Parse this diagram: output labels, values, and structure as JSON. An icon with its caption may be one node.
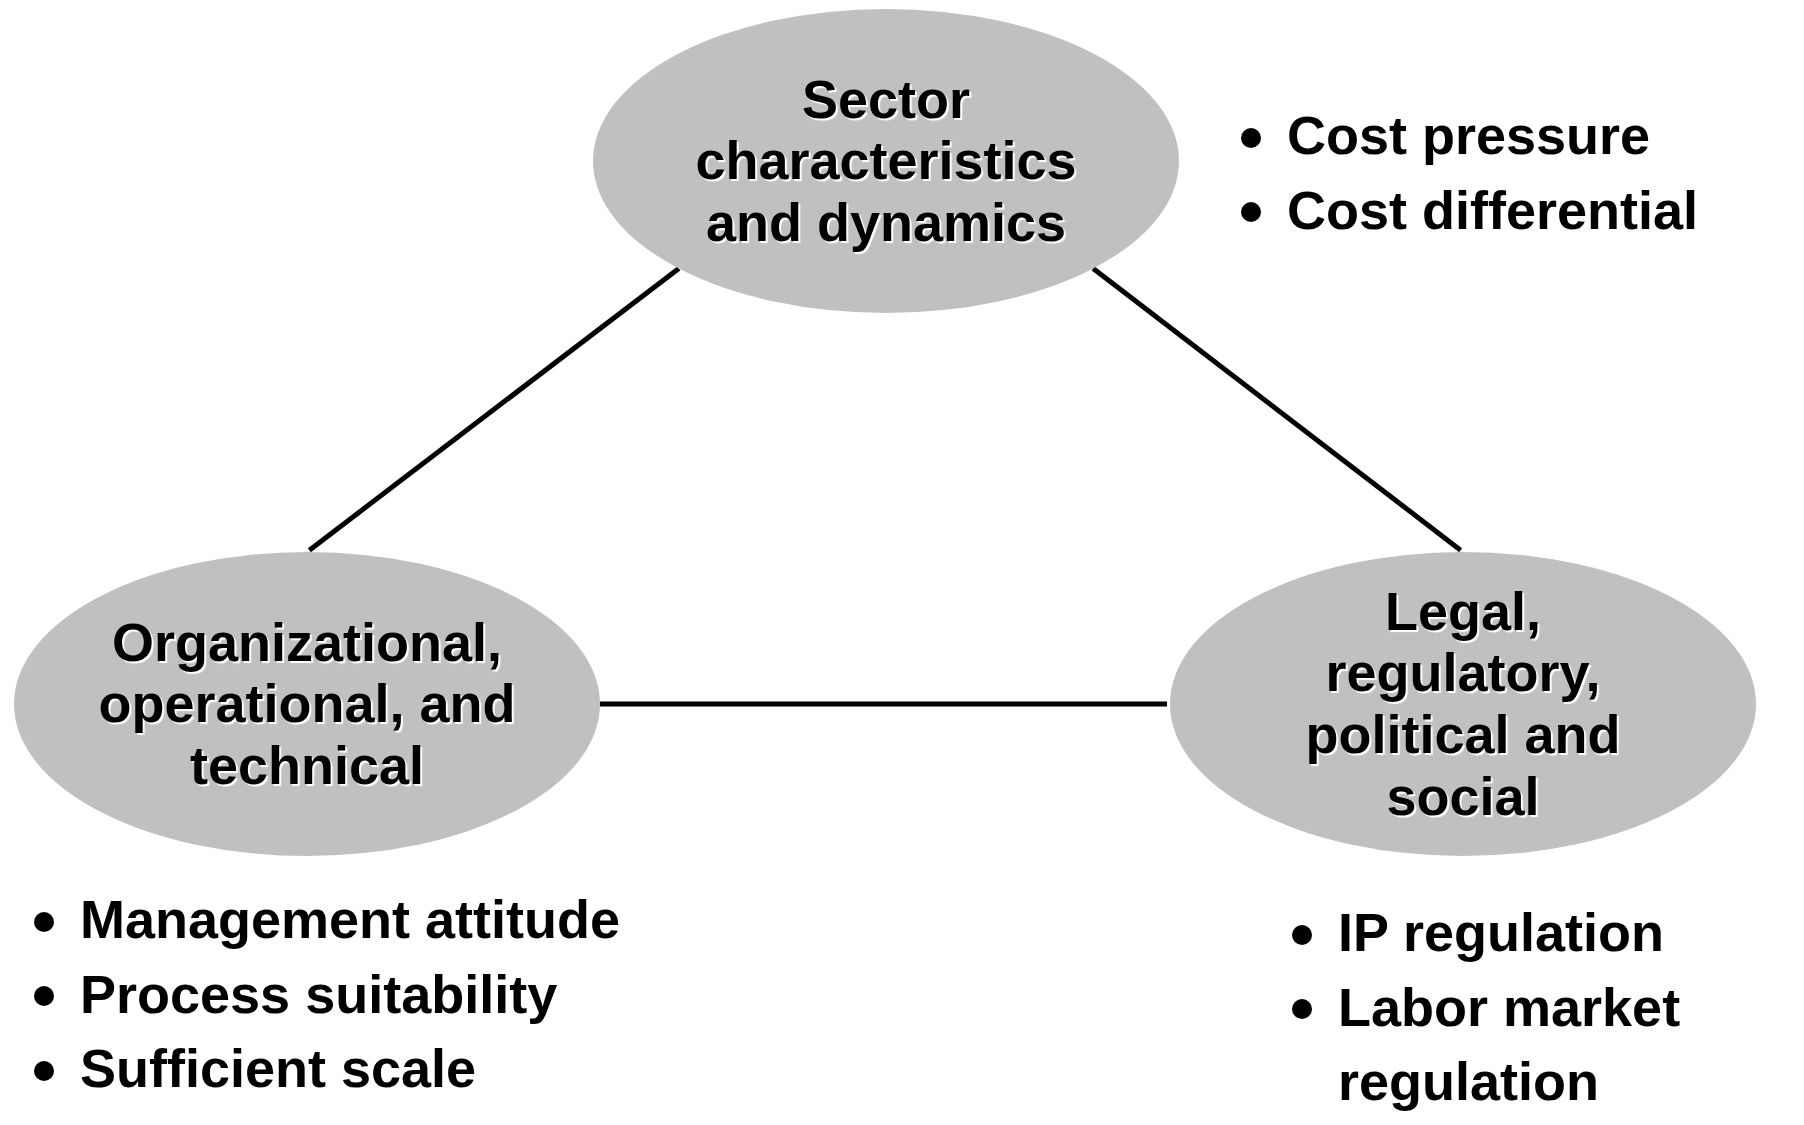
{
  "diagram": {
    "nodes": [
      {
        "text": [
          "Sector characteristics and dynamics"
        ],
        "beside": [
          "Cost pressure",
          "Cost differential"
        ]
      },
      {
        "text": [
          "Organizational, operational, and technical"
        ],
        "beside": [
          "Management attitude",
          "Process suitability",
          "Sufficient scale"
        ]
      },
      {
        "text": [
          "Legal, regulatory, political and social"
        ],
        "beside": [
          "IP regulation",
          "Labor market regulation"
        ]
      }
    ],
    "edges": [
      {
        "from": 0,
        "to": 1,
        "arrow": "none"
      },
      {
        "from": 0,
        "to": 2,
        "arrow": "none"
      },
      {
        "from": 1,
        "to": 2,
        "arrow": "none"
      }
    ]
  }
}
